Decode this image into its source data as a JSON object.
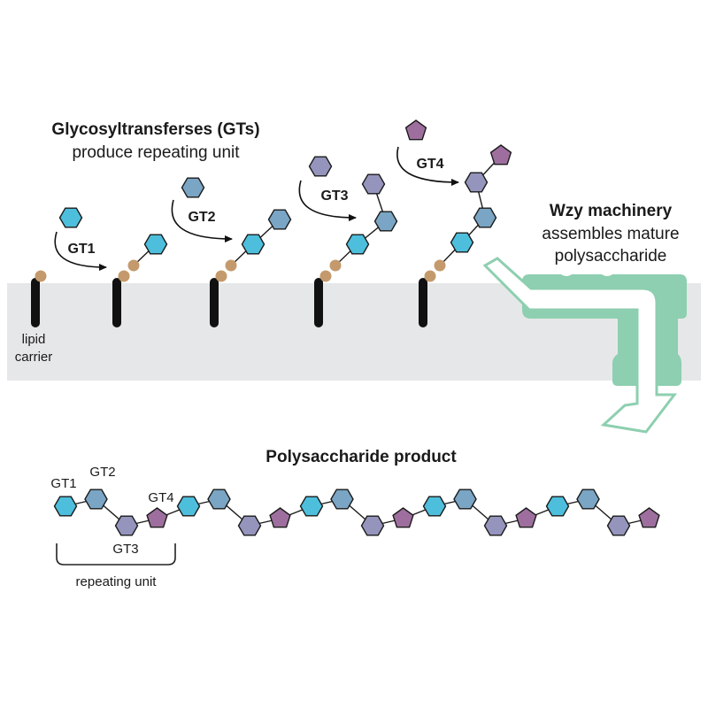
{
  "header": {
    "title": "Glycosyltransferses (GTs)",
    "subtitle": "produce repeating unit"
  },
  "membrane": {
    "carrier_label_line1": "lipid",
    "carrier_label_line2": "carrier"
  },
  "steps": [
    {
      "label": "GT1"
    },
    {
      "label": "GT2"
    },
    {
      "label": "GT3"
    },
    {
      "label": "GT4"
    }
  ],
  "wzy": {
    "title": "Wzy machinery",
    "line1": "assembles mature",
    "line2": "polysaccharide"
  },
  "product": {
    "title": "Polysaccharide product",
    "labels": {
      "gt1": "GT1",
      "gt2": "GT2",
      "gt3": "GT3",
      "gt4": "GT4"
    },
    "bracket_label": "repeating unit",
    "repeating_units": 5
  },
  "colors": {
    "gt1": "#4dbfdc",
    "gt2": "#7aa5c4",
    "gt3": "#9594bd",
    "gt4": "#9e6f9e",
    "lipid_bead": "#c49a6c",
    "membrane": "#e6e7e8",
    "wzy": "#8dcfb0",
    "carrier": "#111111"
  }
}
